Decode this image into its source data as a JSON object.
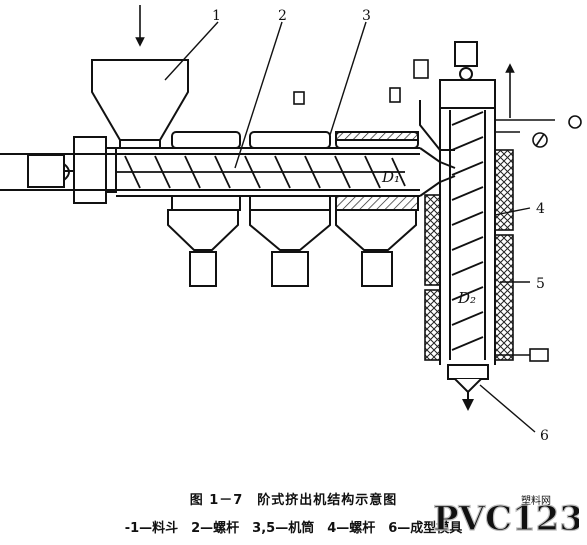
{
  "figure": {
    "title": "图 1－7　阶式挤出机结构示意图",
    "legend": "-1—料斗　2—螺杆　3,5—机筒　4—螺杆　6—成型模具"
  },
  "callouts": [
    {
      "id": "1",
      "label": "1"
    },
    {
      "id": "2",
      "label": "2"
    },
    {
      "id": "3",
      "label": "3"
    },
    {
      "id": "4",
      "label": "4"
    },
    {
      "id": "5",
      "label": "5"
    },
    {
      "id": "6",
      "label": "6"
    }
  ],
  "dimension_labels": {
    "d1": "D₁",
    "d2": "D₂"
  },
  "watermark": {
    "text": "PVC123",
    "sub": "塑料网"
  }
}
